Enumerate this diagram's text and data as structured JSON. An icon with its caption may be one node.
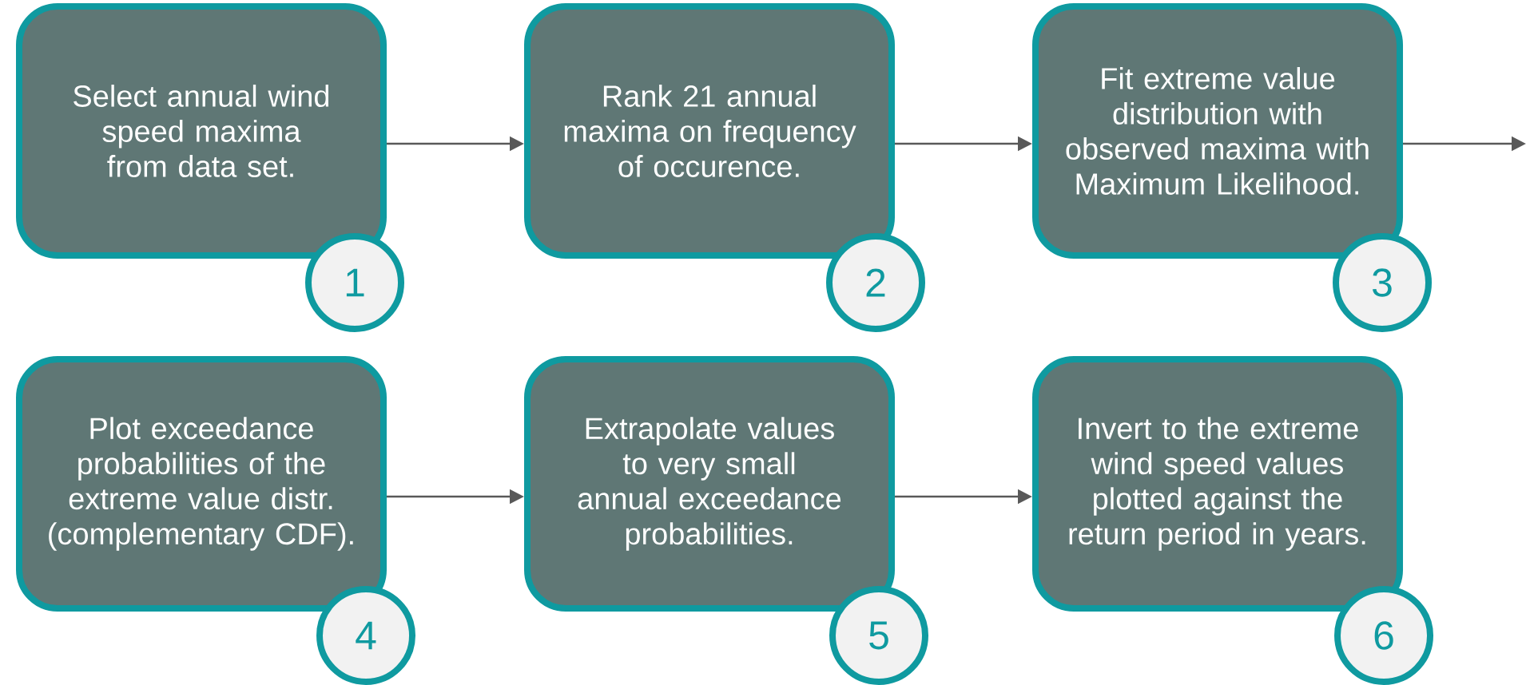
{
  "diagram": {
    "nodes": [
      {
        "text": [
          "Select annual wind speed maxima from data set."
        ]
      },
      {
        "text": [
          "1"
        ]
      },
      {
        "text": [
          "Rank 21 annual maxima on frequency of occurence."
        ]
      },
      {
        "text": [
          "2"
        ]
      },
      {
        "text": [
          "Fit extreme value distribution with observed maxima with Maximum Likelihood."
        ]
      },
      {
        "text": [
          "3"
        ]
      },
      {
        "text": [
          "Plot exceedance probabilities of the extreme value distr. (complementary CDF)."
        ]
      },
      {
        "text": [
          "4"
        ]
      },
      {
        "text": [
          "Extrapolate values to very small annual exceedance probabilities."
        ]
      },
      {
        "text": [
          "5"
        ]
      },
      {
        "text": [
          "Invert to the extreme wind speed values plotted against the return period in years."
        ]
      },
      {
        "text": [
          "6"
        ]
      }
    ],
    "edges": [
      {
        "from": 0,
        "to": 2,
        "arrow": "to"
      },
      {
        "from": 2,
        "to": 4,
        "arrow": "to"
      },
      {
        "from": 4,
        "to": null,
        "arrow": "to"
      },
      {
        "from": 6,
        "to": 8,
        "arrow": "to"
      },
      {
        "from": 8,
        "to": 10,
        "arrow": "to"
      }
    ]
  }
}
